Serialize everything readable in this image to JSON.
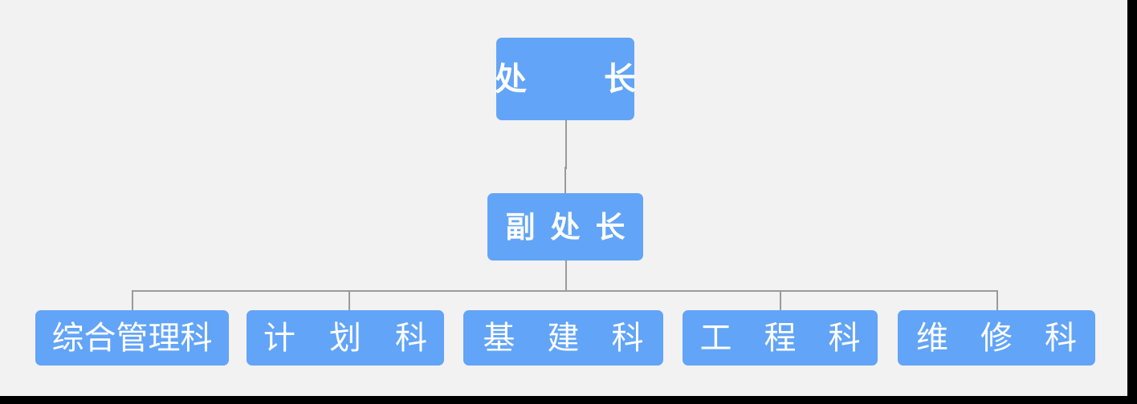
{
  "diagram": {
    "type": "org-chart",
    "background_color": "#f2f2f2",
    "node_color": "#62a4f7",
    "node_text_color": "#ffffff",
    "connector_color": "#9a9a9a",
    "levels": [
      {
        "level": 1,
        "nodes": [
          {
            "id": "chief",
            "label": "处　长"
          }
        ]
      },
      {
        "level": 2,
        "nodes": [
          {
            "id": "deputy",
            "label": "副处长"
          }
        ]
      },
      {
        "level": 3,
        "nodes": [
          {
            "id": "comprehensive",
            "label": "综合管理科"
          },
          {
            "id": "plan",
            "label": "计划科"
          },
          {
            "id": "capital",
            "label": "基建科"
          },
          {
            "id": "engineering",
            "label": "工程科"
          },
          {
            "id": "maintenance",
            "label": "维修科"
          }
        ]
      }
    ]
  }
}
